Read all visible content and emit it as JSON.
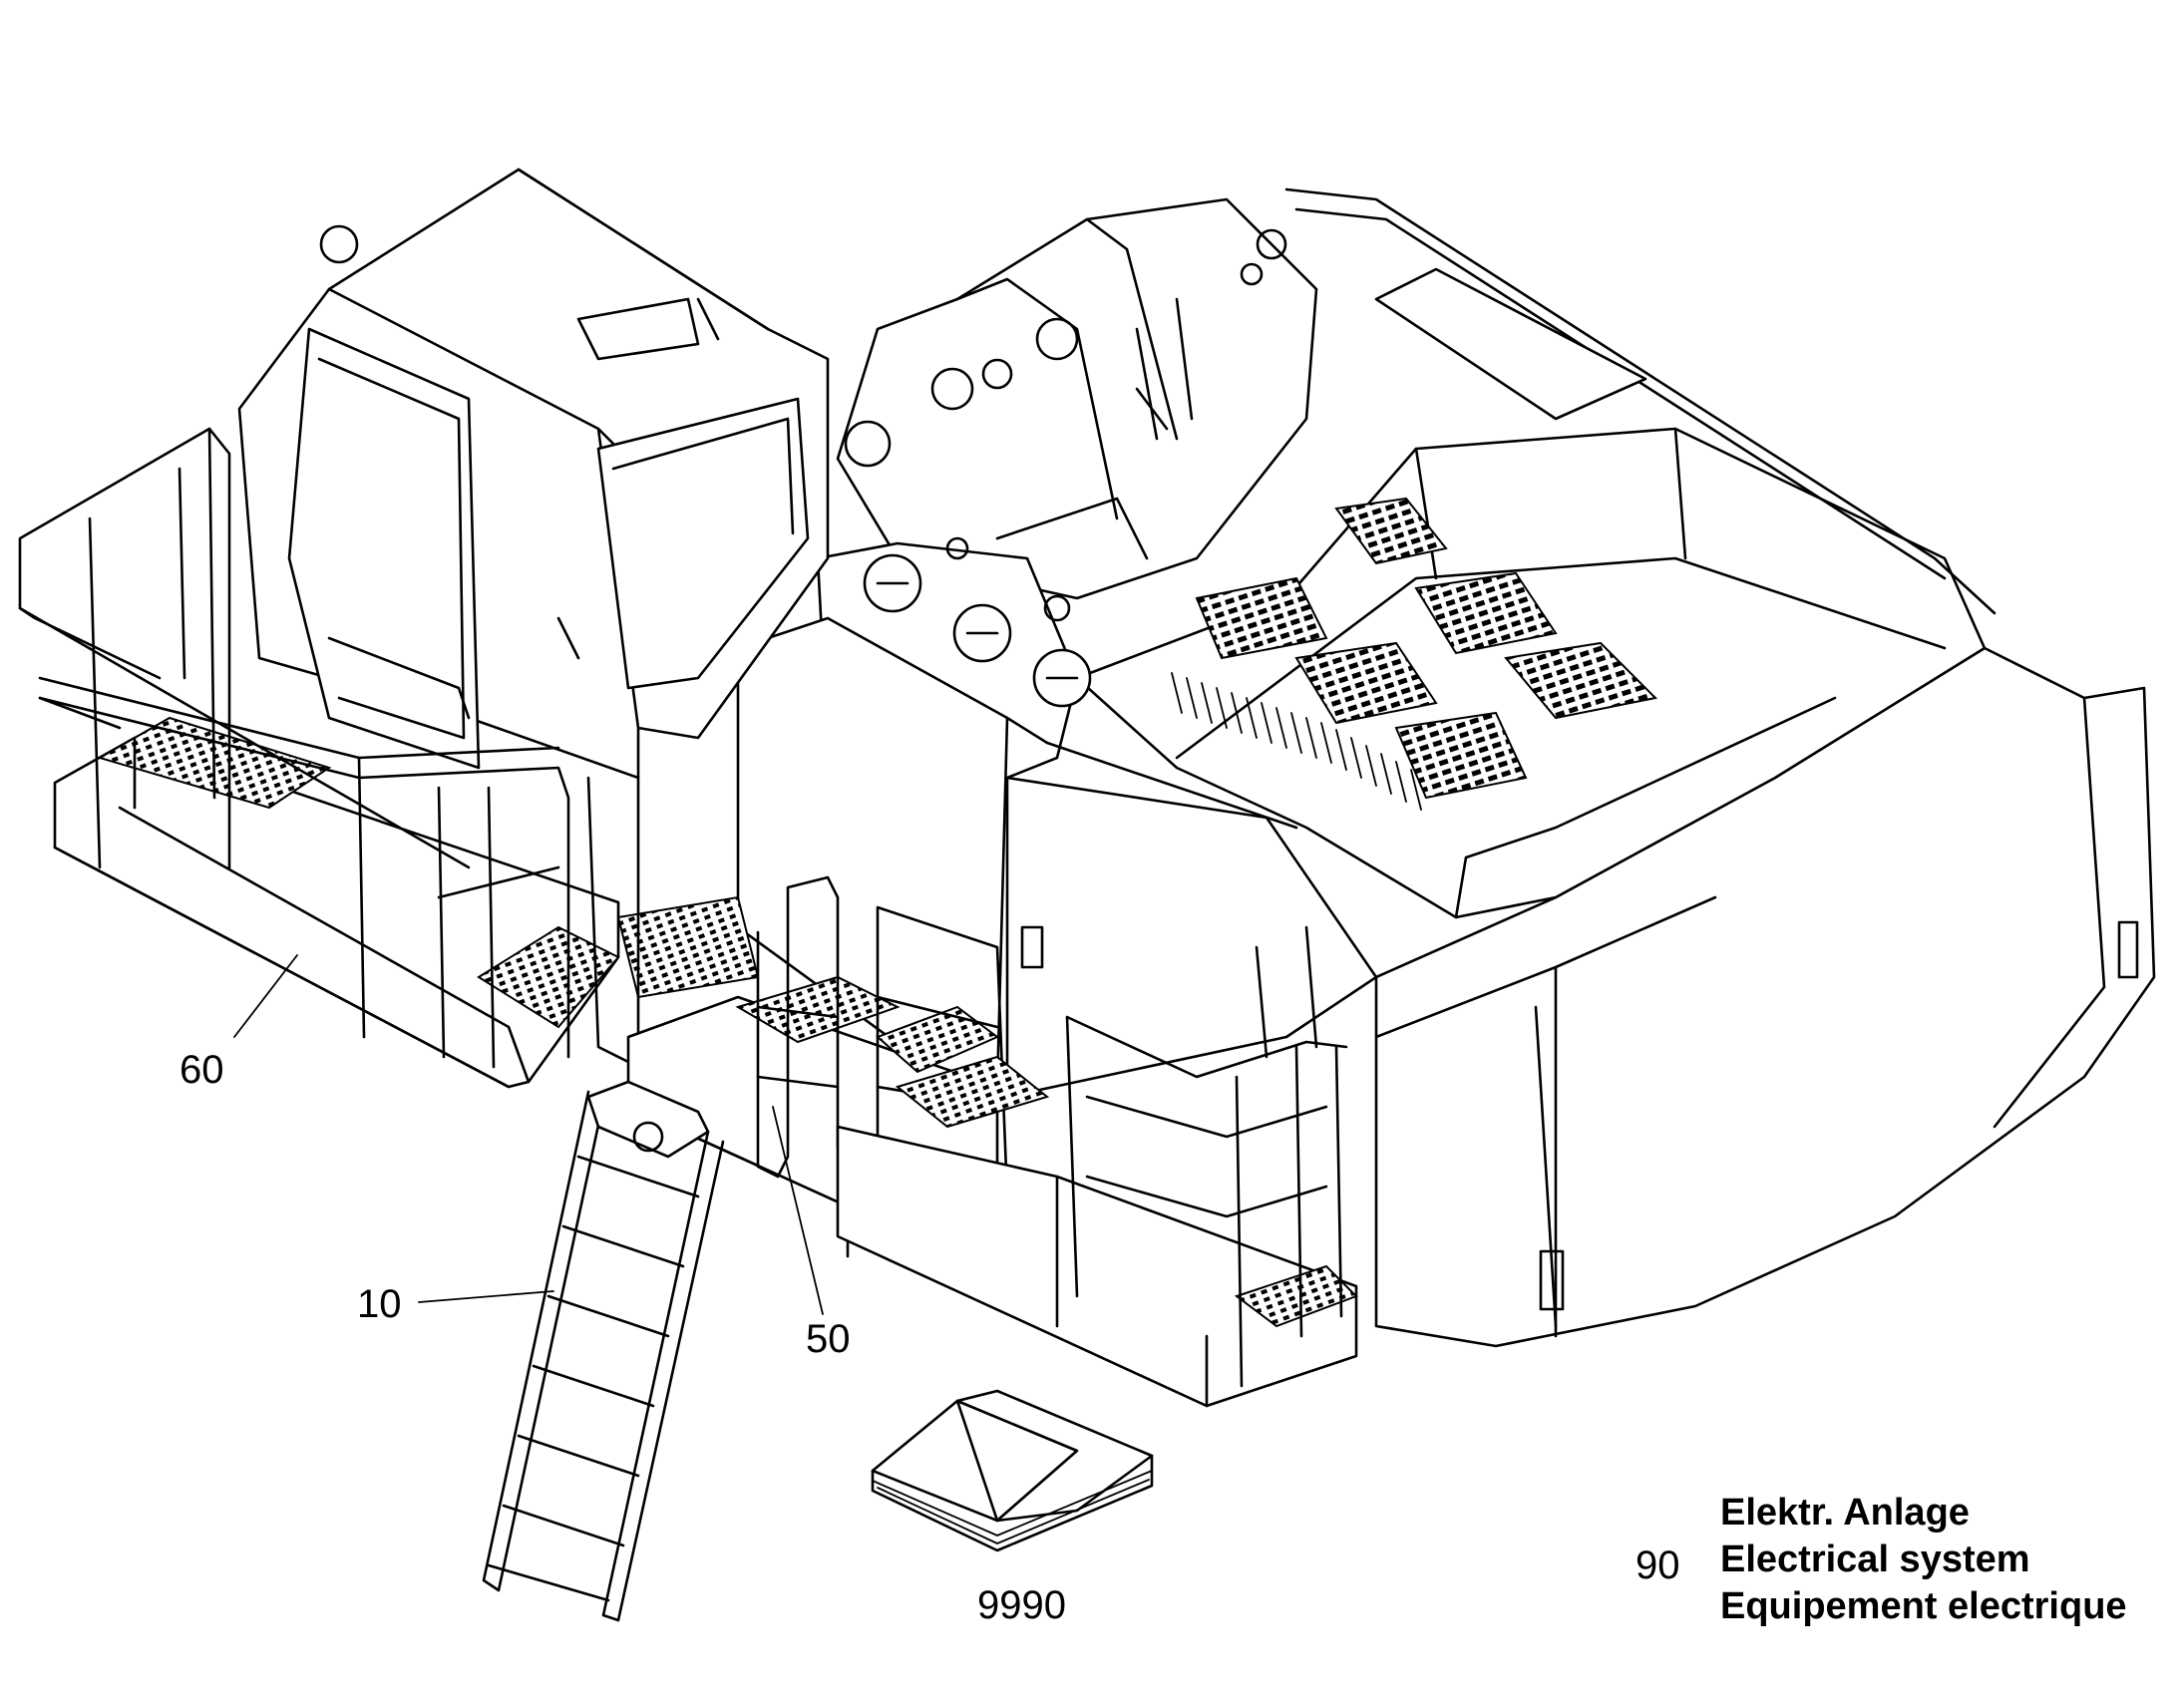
{
  "callouts": {
    "guardrail_left": "60",
    "access_ladder": "10",
    "handrail_center": "50",
    "manual": "9990"
  },
  "title_block": {
    "group_number": "90",
    "line_de": "Elektr. Anlage",
    "line_en": "Electrical system",
    "line_fr": "Equipement electrique"
  }
}
